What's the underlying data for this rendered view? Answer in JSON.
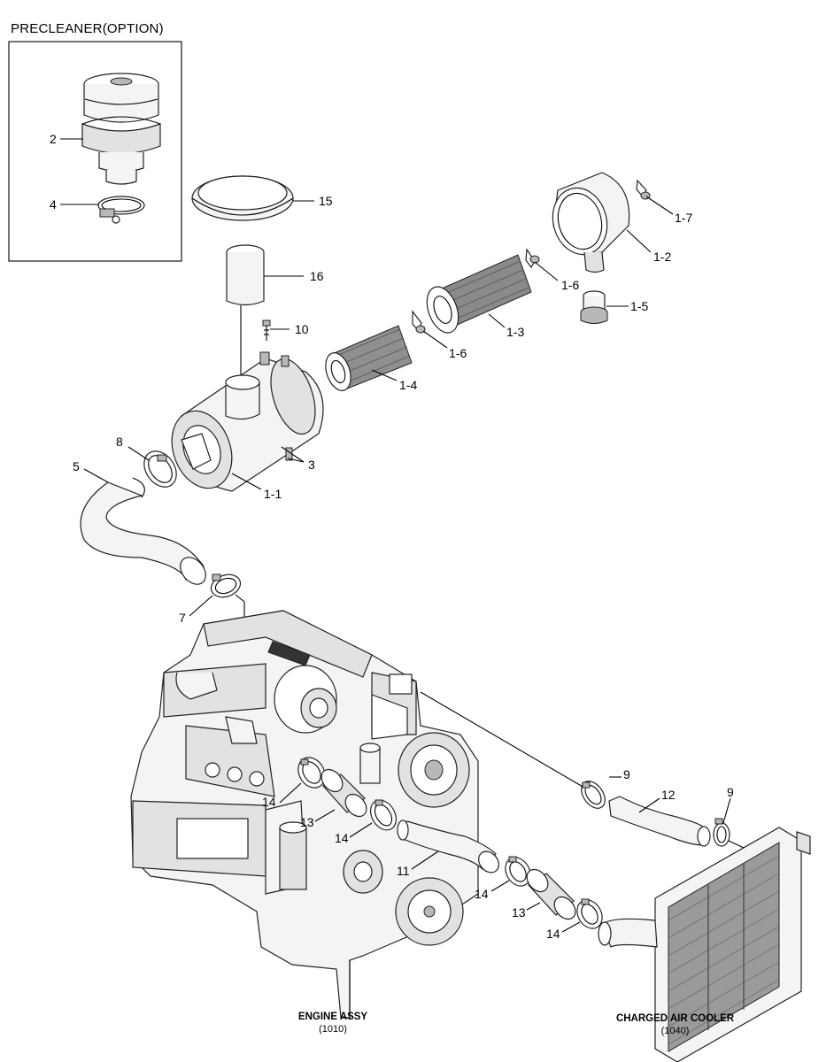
{
  "diagram": {
    "inset_title": "PRECLEANER(OPTION)",
    "captions": {
      "engine": {
        "name": "ENGINE ASSY",
        "code": "(1010)"
      },
      "cooler": {
        "name": "CHARGED AIR COOLER",
        "code": "(1040)"
      }
    },
    "callouts": [
      {
        "id": "2",
        "text": "2"
      },
      {
        "id": "4",
        "text": "4"
      },
      {
        "id": "15",
        "text": "15"
      },
      {
        "id": "16",
        "text": "16"
      },
      {
        "id": "10",
        "text": "10"
      },
      {
        "id": "1-7",
        "text": "1-7"
      },
      {
        "id": "1-2",
        "text": "1-2"
      },
      {
        "id": "1-6a",
        "text": "1-6"
      },
      {
        "id": "1-5",
        "text": "1-5"
      },
      {
        "id": "1-3",
        "text": "1-3"
      },
      {
        "id": "1-6b",
        "text": "1-6"
      },
      {
        "id": "1-4",
        "text": "1-4"
      },
      {
        "id": "8",
        "text": "8"
      },
      {
        "id": "3",
        "text": "3"
      },
      {
        "id": "5",
        "text": "5"
      },
      {
        "id": "1-1",
        "text": "1-1"
      },
      {
        "id": "7",
        "text": "7"
      },
      {
        "id": "9a",
        "text": "9"
      },
      {
        "id": "12",
        "text": "12"
      },
      {
        "id": "9b",
        "text": "9"
      },
      {
        "id": "14a",
        "text": "14"
      },
      {
        "id": "13a",
        "text": "13"
      },
      {
        "id": "14b",
        "text": "14"
      },
      {
        "id": "11",
        "text": "11"
      },
      {
        "id": "14c",
        "text": "14"
      },
      {
        "id": "13b",
        "text": "13"
      },
      {
        "id": "14d",
        "text": "14"
      }
    ]
  }
}
